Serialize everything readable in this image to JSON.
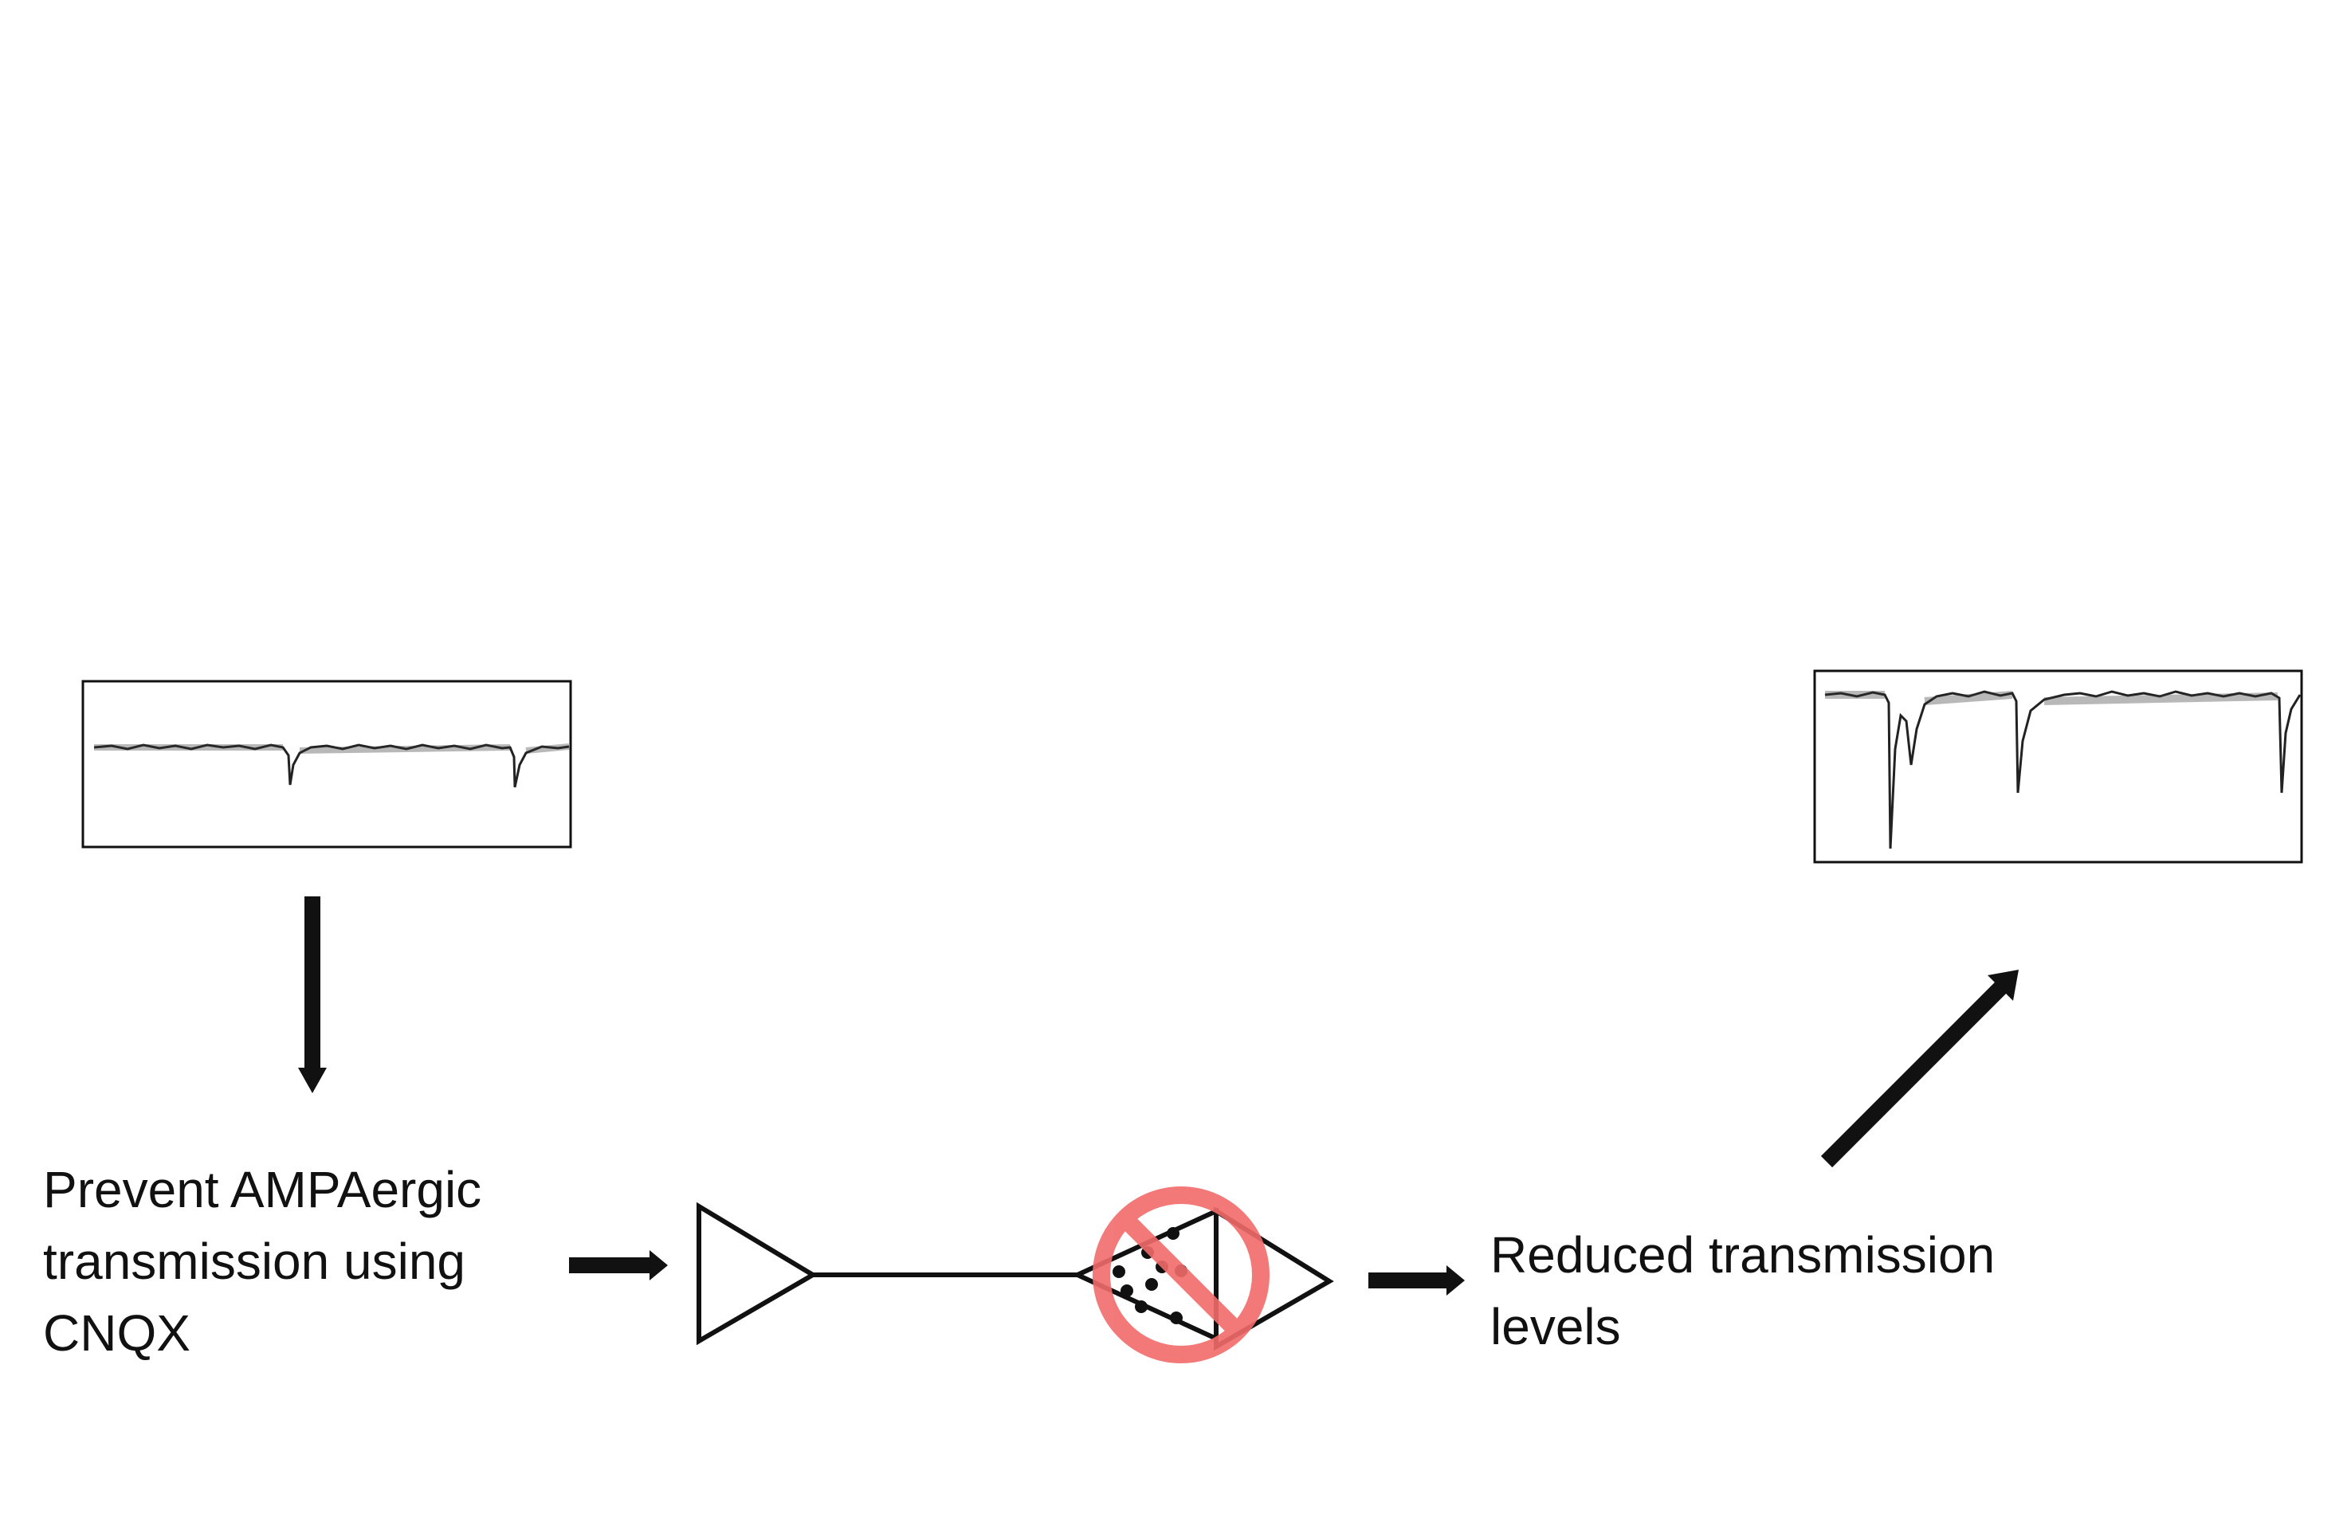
{
  "labels": {
    "prevent_line1": "Prevent AMPAergic",
    "prevent_line2": "transmission using",
    "prevent_line3": "CNQX",
    "reduced_line1": "Reduced transmission",
    "reduced_line2": "levels"
  },
  "colors": {
    "ink": "#111111",
    "prohibition": "#f26b6b"
  },
  "icons": {
    "prohibition": "no-symbol-icon",
    "neuron": "triangle-neuron-icon"
  }
}
